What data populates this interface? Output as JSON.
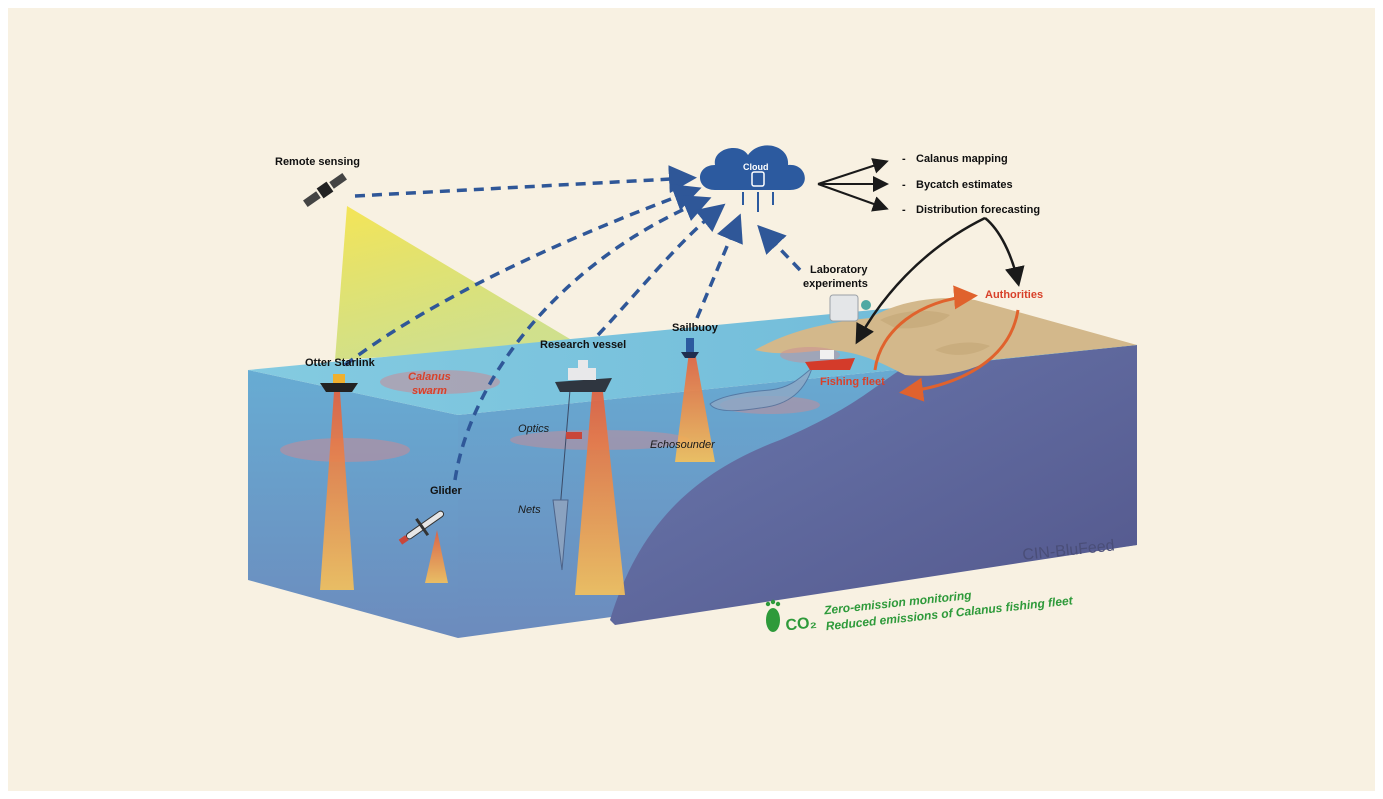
{
  "labels": {
    "remote_sensing": "Remote sensing",
    "cloud": "Cloud",
    "outputs": [
      "Calanus mapping",
      "Bycatch estimates",
      "Distribution forecasting"
    ],
    "laboratory": [
      "Laboratory",
      "experiments"
    ],
    "authorities": "Authorities",
    "sailbuoy": "Sailbuoy",
    "research_vessel": "Research vessel",
    "otter_starlink": "Otter Starlink",
    "calanus_swarm": [
      "Calanus",
      "swarm"
    ],
    "fishing_fleet": "Fishing fleet",
    "optics": "Optics",
    "echosounder": "Echosounder",
    "glider": "Glider",
    "nets": "Nets",
    "watermark": "CIN-BluFeed"
  },
  "footer": {
    "co2": "CO₂",
    "line1": "Zero-emission monitoring",
    "line2": "Reduced emissions of Calanus fishing fleet"
  },
  "colors": {
    "background": "#f8f1e2",
    "water_top": "#7cc6de",
    "water_front": "#5a98c0",
    "deep_water": "#5f679c",
    "land": "#d3b88b",
    "cloud": "#2c5a9f",
    "dashed_arrows": "#2f5798",
    "red_text": "#d8412a",
    "orange_arrow": "#e0622d",
    "green_text": "#2e9a3a",
    "beam": "#f3923e"
  }
}
